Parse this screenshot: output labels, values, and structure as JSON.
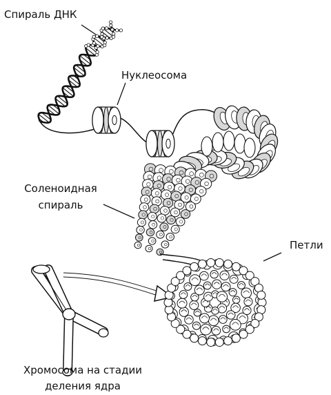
{
  "labels": {
    "dna_helix": "Спираль ДНК",
    "nucleosome": "Нуклеосома",
    "solenoid_line1": "Соленоидная",
    "solenoid_line2": "спираль",
    "loops": "Петли",
    "chromosome_line1": "Хромосома на стадии",
    "chromosome_line2": "деления ядра"
  },
  "colors": {
    "ink": "#111111",
    "fill": "#ffffff",
    "shade": "#d8d8d8",
    "dark": "#555555"
  }
}
